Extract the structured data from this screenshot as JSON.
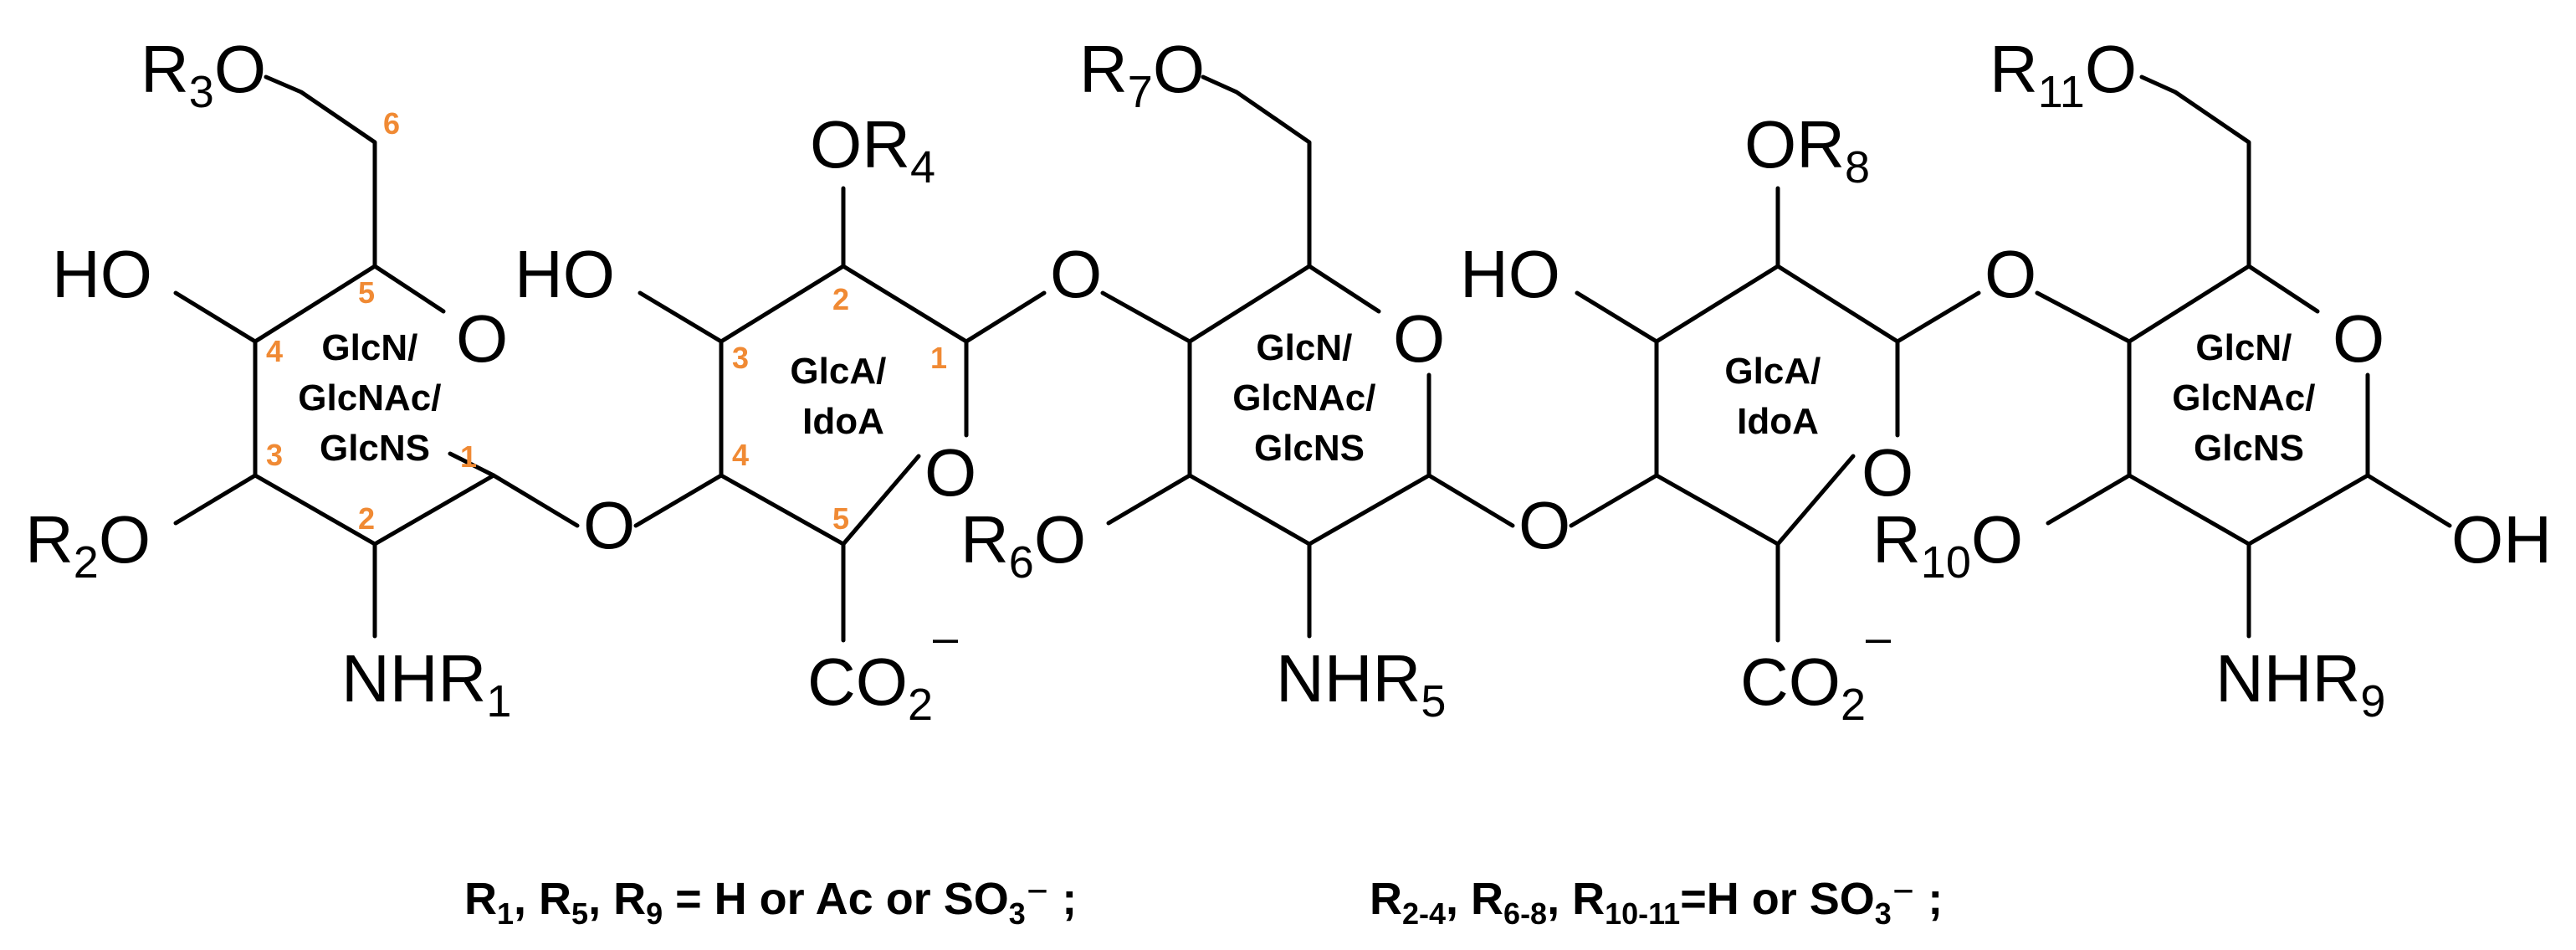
{
  "colors": {
    "bond": "#000000",
    "text": "#000000",
    "locant": "#f08a34"
  },
  "units": [
    {
      "ring_label": [
        "GlcN/",
        "GlcNAc/",
        "GlcNS"
      ],
      "oxygen": "O",
      "r_top": {
        "base": "R",
        "sub": "3",
        "tail": "O"
      },
      "r_left_top": {
        "text": "HO"
      },
      "r_left_bottom": {
        "base": "R",
        "sub": "2",
        "tail": "O"
      },
      "r_bottom": {
        "pre": "NHR",
        "sub": "1"
      },
      "locants": [
        "6",
        "5",
        "4",
        "3",
        "2",
        "1"
      ]
    },
    {
      "linker": "O"
    },
    {
      "ring_label": [
        "GlcA/",
        "IdoA"
      ],
      "oxygen": "O",
      "r_top": {
        "pre": "OR",
        "sub": "4"
      },
      "r_left_top": {
        "text": "HO"
      },
      "r_bottom": {
        "pre": "CO",
        "sub": "2",
        "charge": "–"
      },
      "locants": [
        "2",
        "1",
        "3",
        "4",
        "5"
      ]
    },
    {
      "linker": "O"
    },
    {
      "ring_label": [
        "GlcN/",
        "GlcNAc/",
        "GlcNS"
      ],
      "oxygen": "O",
      "r_top": {
        "base": "R",
        "sub": "7",
        "tail": "O"
      },
      "r_left_bottom": {
        "base": "R",
        "sub": "6",
        "tail": "O"
      },
      "r_bottom": {
        "pre": "NHR",
        "sub": "5"
      }
    },
    {
      "linker": "O"
    },
    {
      "ring_label": [
        "GlcA/",
        "IdoA"
      ],
      "oxygen": "O",
      "r_top": {
        "pre": "OR",
        "sub": "8"
      },
      "r_left_top": {
        "text": "HO"
      },
      "r_bottom": {
        "pre": "CO",
        "sub": "2",
        "charge": "–"
      }
    },
    {
      "linker": "O"
    },
    {
      "ring_label": [
        "GlcN/",
        "GlcNAc/",
        "GlcNS"
      ],
      "oxygen": "O",
      "r_top": {
        "base": "R",
        "sub": "11",
        "tail": "O"
      },
      "r_left_bottom": {
        "base": "R",
        "sub": "10",
        "tail": "O"
      },
      "r_bottom": {
        "pre": "NHR",
        "sub": "9"
      },
      "r_right": {
        "text": "OH"
      }
    }
  ],
  "footnotes": {
    "left": {
      "p1": "R",
      "s1": "1",
      "p2": ", R",
      "s2": "5",
      "p3": ", R",
      "s3": "9",
      "p4": " = H or Ac or SO",
      "s4": "3",
      "p5": "⁻ ;"
    },
    "right": {
      "p1": "R",
      "s1": "2-4",
      "p2": ", R",
      "s2": "6-8",
      "p3": ", R",
      "s3": "10-11",
      "p4": "=H or SO",
      "s4": "3",
      "p5": "⁻ ;"
    }
  }
}
